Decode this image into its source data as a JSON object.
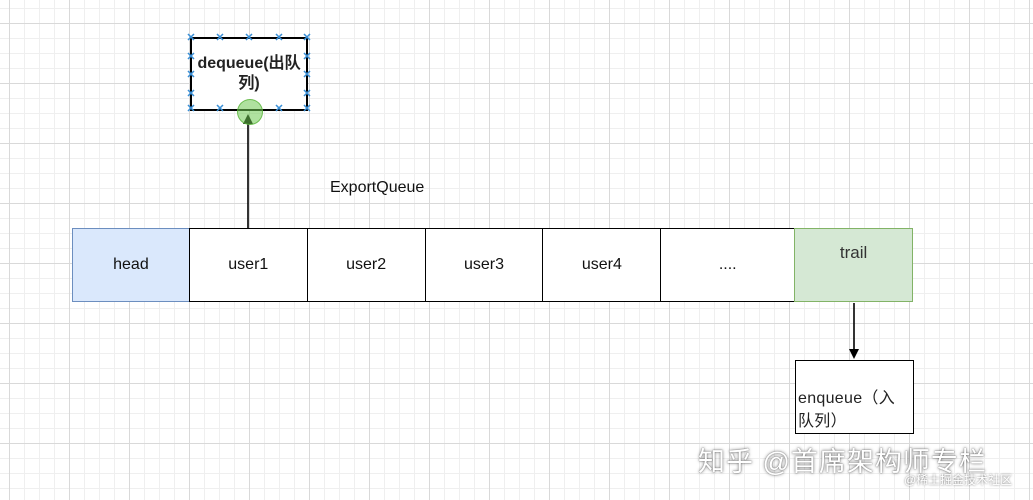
{
  "diagram": {
    "dequeue_label": "dequeue(出队列)",
    "export_label": "ExportQueue",
    "enqueue_label": "enqueue（入队列）",
    "queue_cells": [
      {
        "label": "head",
        "kind": "head",
        "fill": "#dae8fc",
        "stroke": "#6c8ebf"
      },
      {
        "label": "user1",
        "kind": "user"
      },
      {
        "label": "user2",
        "kind": "user"
      },
      {
        "label": "user3",
        "kind": "user"
      },
      {
        "label": "user4",
        "kind": "user"
      },
      {
        "label": "....",
        "kind": "dots"
      },
      {
        "label": "trail",
        "kind": "trail",
        "fill": "#d5e8d4",
        "stroke": "#82b366"
      }
    ],
    "arrows": [
      {
        "from": "user1",
        "to": "dequeue"
      },
      {
        "from": "trail",
        "to": "enqueue"
      }
    ]
  },
  "watermark": {
    "main": "知乎 @首席架构师专栏",
    "small": "@稀土掘金技术社区"
  },
  "colors": {
    "grid_major": "#d9d9d9",
    "grid_minor": "#efefef",
    "selection_handle": "#3a8fd6",
    "connection_point": "#6ec850"
  }
}
